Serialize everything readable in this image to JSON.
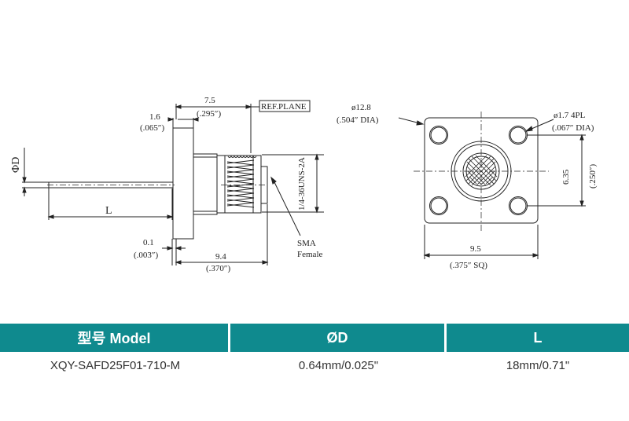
{
  "side_view": {
    "dim_flange_mm": "1.6",
    "dim_flange_in": "(.065″)",
    "dim_ref_mm": "7.5",
    "dim_ref_in": "(.295″)",
    "ref_plane": "REF.PLANE",
    "phi_d": "ΦD",
    "length_l": "L",
    "thread_label": "1/4-36UNS-2A",
    "dim_gap_mm": "0.1",
    "dim_gap_in": "(.003″)",
    "dim_body_mm": "9.4",
    "dim_body_in": "(.370″)",
    "sma": "SMA",
    "female": "Female"
  },
  "front_view": {
    "dia_flange_mm": "ø12.8",
    "dia_flange_in": "(.504″ DIA)",
    "dia_hole_mm": "ø1.7 4PL",
    "dia_hole_in": "(.067″ DIA)",
    "spacing_mm": "6.35",
    "spacing_in": "(.250″)",
    "width_mm": "9.5",
    "width_in": "(.375″ SQ)"
  },
  "table": {
    "headers": [
      "型号 Model",
      "ØD",
      "L"
    ],
    "row": [
      "XQY-SAFD25F01-710-M",
      "0.64mm/0.025\"",
      "18mm/0.71\""
    ]
  },
  "colors": {
    "header_bg": "#0f8a8e",
    "header_text": "#ffffff"
  }
}
